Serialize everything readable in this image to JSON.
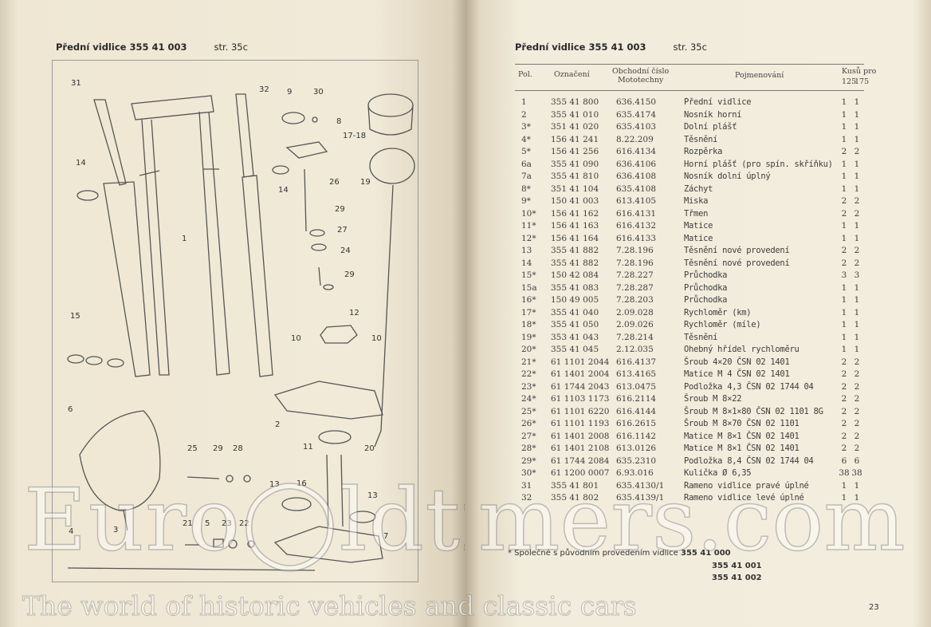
{
  "left_page": {
    "title": "Přední vidlice 355 41 003",
    "page_ref": "str. 35c",
    "diagram": {
      "callouts": [
        "31",
        "32",
        "9",
        "30",
        "8",
        "17-18",
        "14",
        "14",
        "26",
        "19",
        "29",
        "27",
        "24",
        "29",
        "1",
        "12",
        "15",
        "10",
        "10",
        "6",
        "2",
        "11",
        "20",
        "25",
        "29",
        "28",
        "13",
        "16",
        "13",
        "3",
        "21",
        "5",
        "23",
        "22",
        "4",
        "7"
      ]
    }
  },
  "right_page": {
    "title": "Přední vidlice 355 41 003",
    "page_ref": "str. 35c",
    "table": {
      "headers": {
        "pol": "Pol.",
        "oznaceni": "Označení",
        "obchodni_1": "Obchodní číslo",
        "obchodni_2": "Mototechny",
        "pojmenovani": "Pojmenování",
        "kusu": "Kusů pro",
        "k125": "125",
        "k175": "175"
      },
      "rows": [
        [
          "1",
          "355 41 800",
          "636.4150",
          "Přední vidlice",
          "1",
          "1"
        ],
        [
          "2",
          "355 41 010",
          "635.4174",
          "Nosník horní",
          "1",
          "1"
        ],
        [
          "3*",
          "351 41 020",
          "635.4103",
          "Dolní plášť",
          "1",
          "1"
        ],
        [
          "4*",
          "156 41 241",
          "8.22.209",
          "Těsnění",
          "1",
          "1"
        ],
        [
          "5*",
          "156 41 256",
          "616.4134",
          "Rozpěrka",
          "2",
          "2"
        ],
        [
          "6a",
          "355 41 090",
          "636.4106",
          "Horní plášť (pro spín. skříňku)",
          "1",
          "1"
        ],
        [
          "7a",
          "355 41 810",
          "636.4108",
          "Nosník dolní úplný",
          "1",
          "1"
        ],
        [
          "8*",
          "351 41 104",
          "635.4108",
          "Záchyt",
          "1",
          "1"
        ],
        [
          "9*",
          "150 41 003",
          "613.4105",
          "Miska",
          "2",
          "2"
        ],
        [
          "10*",
          "156 41 162",
          "616.4131",
          "Třmen",
          "2",
          "2"
        ],
        [
          "11*",
          "156 41 163",
          "616.4132",
          "Matice",
          "1",
          "1"
        ],
        [
          "12*",
          "156 41 164",
          "616.4133",
          "Matice",
          "1",
          "1"
        ],
        [
          "13",
          "355 41 882",
          "7.28.196",
          "Těsnění nové provedení",
          "2",
          "2"
        ],
        [
          "14",
          "355 41 882",
          "7.28.196",
          "Těsnění nové provedení",
          "2",
          "2"
        ],
        [
          "15*",
          "150 42 084",
          "7.28.227",
          "Průchodka",
          "3",
          "3"
        ],
        [
          "15a",
          "355 41 083",
          "7.28.287",
          "Průchodka",
          "1",
          "1"
        ],
        [
          "16*",
          "150 49 005",
          "7.28.203",
          "Průchodka",
          "1",
          "1"
        ],
        [
          "17*",
          "355 41 040",
          "2.09.028",
          "Rychloměr (km)",
          "1",
          "1"
        ],
        [
          "18*",
          "355 41 050",
          "2.09.026",
          "Rychloměr (míle)",
          "1",
          "1"
        ],
        [
          "19*",
          "353 41 043",
          "7.28.214",
          "Těsnění",
          "1",
          "1"
        ],
        [
          "20*",
          "355 41 045",
          "2.12.035",
          "Ohebný hřídel rychloměru",
          "1",
          "1"
        ],
        [
          "21*",
          "61 1101 2044",
          "616.4137",
          "Šroub 4×20 ČSN 02 1401",
          "2",
          "2"
        ],
        [
          "22*",
          "61 1401 2004",
          "613.4165",
          "Matice M 4 ČSN 02 1401",
          "2",
          "2"
        ],
        [
          "23*",
          "61 1744 2043",
          "613.0475",
          "Podložka 4,3 ČSN 02 1744 04",
          "2",
          "2"
        ],
        [
          "24*",
          "61 1103 1173",
          "616.2114",
          "Šroub M 8×22",
          "2",
          "2"
        ],
        [
          "25*",
          "61 1101 6220",
          "616.4144",
          "Šroub M 8×1×80 ČSN 02 1101 8G",
          "2",
          "2"
        ],
        [
          "26*",
          "61 1101 1193",
          "616.2615",
          "Šroub M 8×70 ČSN 02 1101",
          "2",
          "2"
        ],
        [
          "27*",
          "61 1401 2008",
          "616.1142",
          "Matice M 8×1 ČSN 02 1401",
          "2",
          "2"
        ],
        [
          "28*",
          "61 1401 2108",
          "613.0126",
          "Matice M 8×1 ČSN 02 1401",
          "2",
          "2"
        ],
        [
          "29*",
          "61 1744 2084",
          "635.2310",
          "Podložka 8,4 ČSN 02 1744 04",
          "6",
          "6"
        ],
        [
          "30*",
          "61 1200 0007",
          "6.93.016",
          "Kulička Ø 6,35",
          "38",
          "38"
        ],
        [
          "31",
          "355 41 801",
          "635.4130/1",
          "Rameno vidlice pravé úplné",
          "1",
          "1"
        ],
        [
          "32",
          "355 41 802",
          "635.4139/1",
          "Rameno vidlice levé úplné",
          "1",
          "1"
        ]
      ]
    },
    "footnote": {
      "text": "* Společné s původním provedením vidlice",
      "codes": [
        "355 41 000",
        "355 41 001",
        "355 41 002"
      ]
    },
    "page_number": "23"
  },
  "watermark": {
    "brand": "Eurooldtimers.com",
    "tagline": "The world of historic vehicles and classic cars"
  }
}
